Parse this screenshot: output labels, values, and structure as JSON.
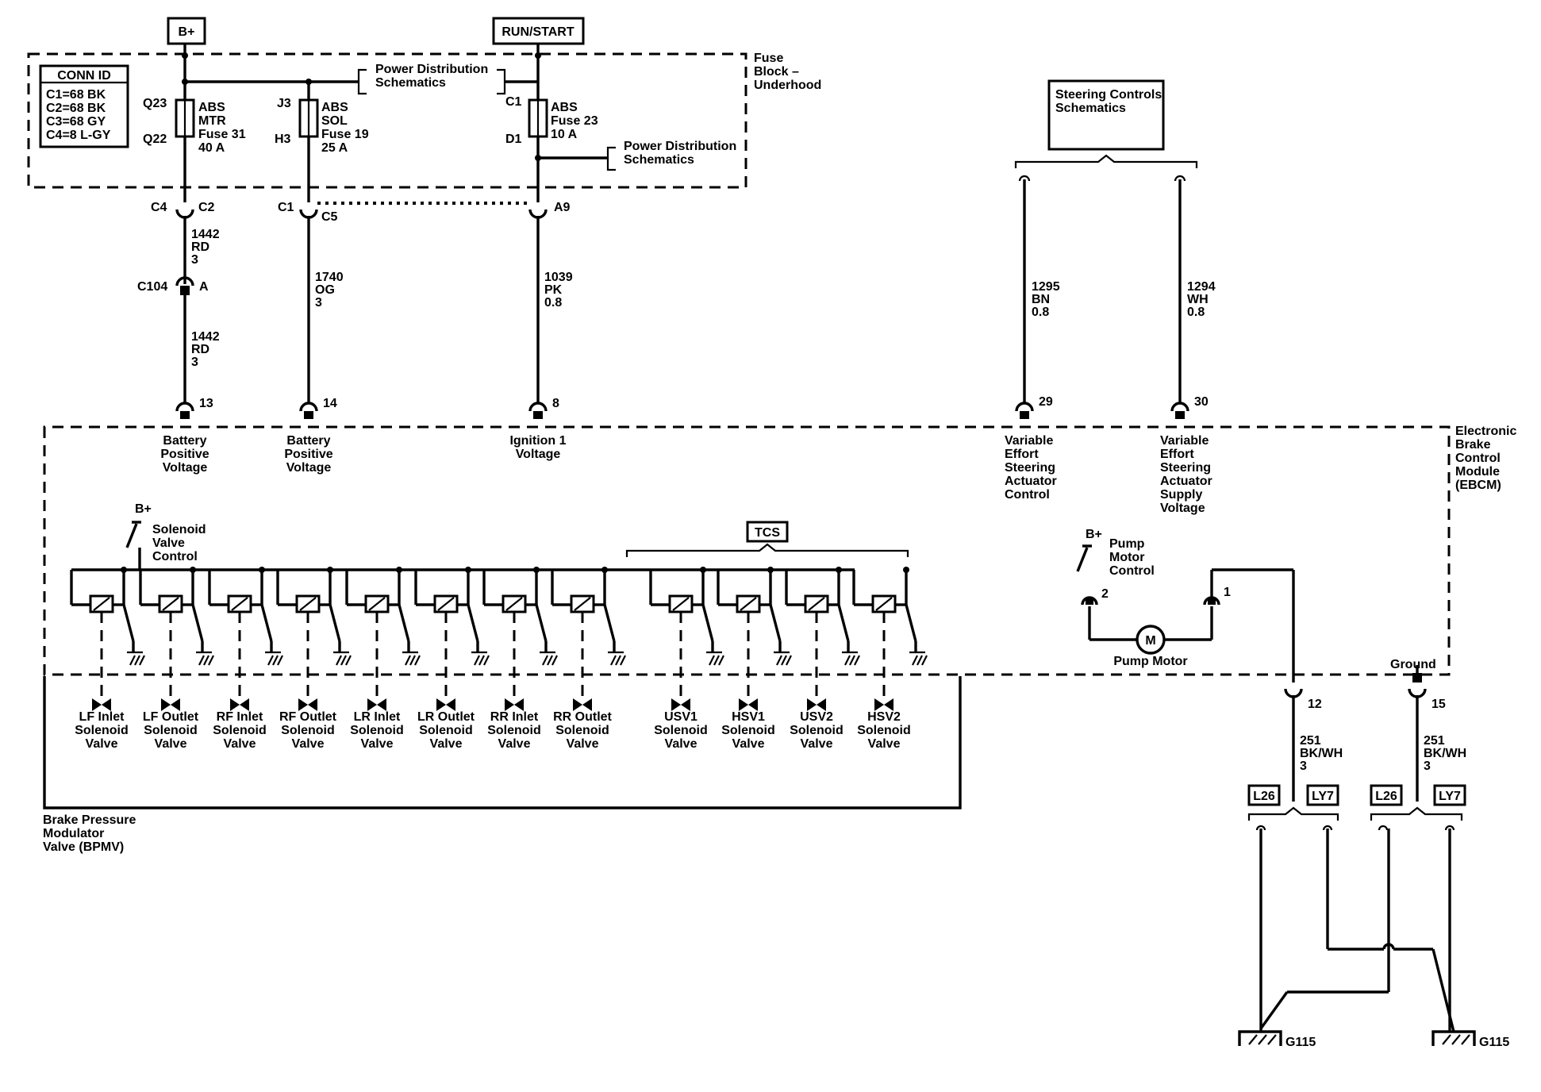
{
  "power": {
    "bplus": "B+",
    "runstart": "RUN/START"
  },
  "conn_id": {
    "title": "CONN ID",
    "lines": [
      "C1=68 BK",
      "C2=68 BK",
      "C3=68 GY",
      "C4=8 L-GY"
    ]
  },
  "fuse_block": {
    "label": [
      "Fuse",
      "Block –",
      "Underhood"
    ]
  },
  "pd_schem_1": [
    "Power Distribution",
    "Schematics"
  ],
  "pd_schem_2": [
    "Power Distribution",
    "Schematics"
  ],
  "steering_schem": [
    "Steering Controls",
    "Schematics"
  ],
  "fuses": [
    {
      "top_pin": "Q23",
      "bottom_pin": "Q22",
      "lines": [
        "ABS",
        "MTR",
        "Fuse 31",
        "40 A"
      ]
    },
    {
      "top_pin": "J3",
      "bottom_pin": "H3",
      "lines": [
        "ABS",
        "SOL",
        "Fuse 19",
        "25 A"
      ]
    },
    {
      "top_pin": "C1",
      "bottom_pin": "D1",
      "lines": [
        "ABS",
        "Fuse 23",
        "10 A"
      ]
    }
  ],
  "connectors": {
    "c4": "C4",
    "c2": "C2",
    "c1": "C1",
    "c5": "C5",
    "a9": "A9",
    "c104": "C104",
    "a": "A"
  },
  "wires": {
    "w1442a": [
      "1442",
      "RD",
      "3"
    ],
    "w1442b": [
      "1442",
      "RD",
      "3"
    ],
    "w1740": [
      "1740",
      "OG",
      "3"
    ],
    "w1039": [
      "1039",
      "PK",
      "0.8"
    ],
    "w1295": [
      "1295",
      "BN",
      "0.8"
    ],
    "w1294": [
      "1294",
      "WH",
      "0.8"
    ],
    "w251a": [
      "251",
      "BK/WH",
      "3"
    ],
    "w251b": [
      "251",
      "BK/WH",
      "3"
    ]
  },
  "ebcm_pins": [
    {
      "pin": "13",
      "label": [
        "Battery",
        "Positive",
        "Voltage"
      ]
    },
    {
      "pin": "14",
      "label": [
        "Battery",
        "Positive",
        "Voltage"
      ]
    },
    {
      "pin": "8",
      "label": [
        "Ignition 1",
        "Voltage"
      ]
    },
    {
      "pin": "29",
      "label": [
        "Variable",
        "Effort",
        "Steering",
        "Actuator",
        "Control"
      ]
    },
    {
      "pin": "30",
      "label": [
        "Variable",
        "Effort",
        "Steering",
        "Actuator",
        "Supply",
        "Voltage"
      ]
    }
  ],
  "ebcm": {
    "label": [
      "Electronic",
      "Brake",
      "Control",
      "Module",
      "(EBCM)"
    ]
  },
  "solenoid_ctrl": {
    "bplus": "B+",
    "label": [
      "Solenoid",
      "Valve",
      "Control"
    ]
  },
  "tcs": "TCS",
  "pump": {
    "bplus": "B+",
    "label": [
      "Pump",
      "Motor",
      "Control"
    ],
    "motor_symbol": "M",
    "motor_label": "Pump Motor",
    "pin_left": "2",
    "pin_right": "1"
  },
  "ground": {
    "label": "Ground",
    "pin12": "12",
    "pin15": "15"
  },
  "bpmv": {
    "label": [
      "Brake Pressure",
      "Modulator",
      "Valve (BPMV)"
    ]
  },
  "valves": [
    [
      "LF Inlet",
      "Solenoid",
      "Valve"
    ],
    [
      "LF Outlet",
      "Solenoid",
      "Valve"
    ],
    [
      "RF Inlet",
      "Solenoid",
      "Valve"
    ],
    [
      "RF Outlet",
      "Solenoid",
      "Valve"
    ],
    [
      "LR Inlet",
      "Solenoid",
      "Valve"
    ],
    [
      "LR Outlet",
      "Solenoid",
      "Valve"
    ],
    [
      "RR Inlet",
      "Solenoid",
      "Valve"
    ],
    [
      "RR Outlet",
      "Solenoid",
      "Valve"
    ],
    [
      "USV1",
      "Solenoid",
      "Valve"
    ],
    [
      "HSV1",
      "Solenoid",
      "Valve"
    ],
    [
      "USV2",
      "Solenoid",
      "Valve"
    ],
    [
      "HSV2",
      "Solenoid",
      "Valve"
    ]
  ],
  "options": [
    "L26",
    "LY7",
    "L26",
    "LY7"
  ],
  "grounds": [
    "G115",
    "G115"
  ]
}
